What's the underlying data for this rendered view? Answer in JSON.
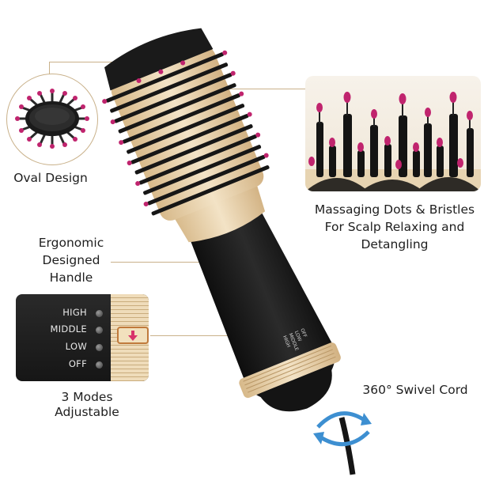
{
  "callouts": {
    "oval": "Oval Design",
    "massage_line1": "Massaging Dots & Bristles",
    "massage_line2": "For Scalp Relaxing and",
    "massage_line3": "Detangling",
    "handle_line1": "Ergonomic",
    "handle_line2": "Designed",
    "handle_line3": "Handle",
    "modes_line1": "3 Modes",
    "modes_line2": "Adjustable",
    "swivel": "360° Swivel Cord"
  },
  "mode_panel": {
    "modes": [
      "HIGH",
      "MIDDLE",
      "LOW",
      "OFF"
    ]
  },
  "colors": {
    "brush_body": "#1c1c1c",
    "gold_accent": "#e8d2ad",
    "bristle_tip": "#c0246e",
    "callout_line": "#c9b18a",
    "swivel_arrow": "#3d8fd1"
  }
}
